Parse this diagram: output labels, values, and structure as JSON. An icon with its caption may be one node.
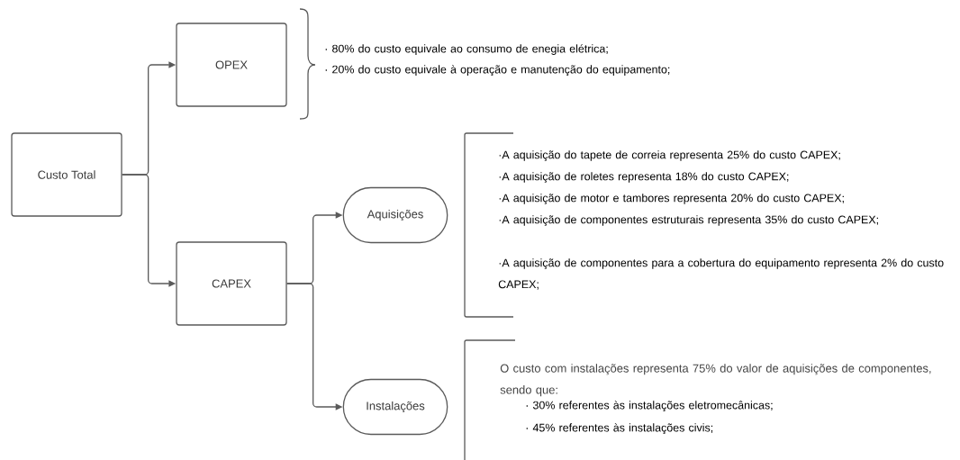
{
  "diagram": {
    "nodes": [
      {
        "text": [
          "Custo Total"
        ]
      },
      {
        "text": [
          "OPEX"
        ],
        "beside": [
          "· 80% do custo equivale ao consumo de enegia elétrica;",
          "· 20% do custo equivale à operação e manutenção do equipamento;"
        ]
      },
      {
        "text": [
          "CAPEX"
        ]
      },
      {
        "text": [
          "Aquisições"
        ],
        "beside": [
          "·A aquisição do tapete de correia representa 25% do custo CAPEX;",
          "·A aquisição de roletes representa 18% do custo CAPEX;",
          "·A aquisição de motor e tambores representa 20% do custo CAPEX;",
          "·A aquisição de componentes estruturais representa 35% do custo CAPEX;",
          "·A aquisição de componentes para a cobertura do equipamento representa 2% do custo CAPEX;"
        ]
      },
      {
        "text": [
          "Instalações"
        ],
        "beside": [
          "O custo com instalações representa 75% do valor de aquisições de componentes, sendo que:",
          "· 30% referentes às instalações eletromecânicas;",
          "· 45% referentes às instalações civis;"
        ]
      }
    ],
    "edges": [
      {
        "from": 0,
        "to": 1,
        "arrow": "to"
      },
      {
        "from": 0,
        "to": 2,
        "arrow": "to"
      },
      {
        "from": 2,
        "to": 3,
        "arrow": "to"
      },
      {
        "from": 2,
        "to": 4,
        "arrow": "to"
      }
    ]
  }
}
